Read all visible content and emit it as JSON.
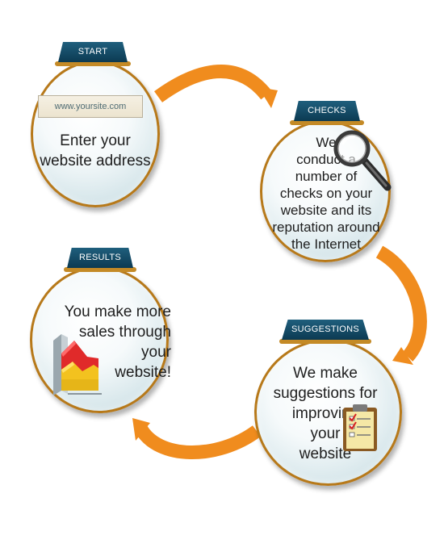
{
  "steps": {
    "start": {
      "tab": "START",
      "url_box": "www.yoursite.com",
      "text": "Enter your\nwebsite address"
    },
    "checks": {
      "tab": "CHECKS",
      "text": "We\nconduct a\nnumber of\nchecks on your\nwebsite and its\nreputation  around\nthe Internet",
      "icon": "magnifier-icon"
    },
    "suggestions": {
      "tab": "SUGGESTIONS",
      "text": "We make\nsuggestions for\nimproving\nyour\nwebsite",
      "icon": "clipboard-checklist-icon"
    },
    "results": {
      "tab": "RESULTS",
      "text": "You make more\nsales through\nyour\nwebsite!",
      "icon": "rising-chart-icon"
    }
  },
  "colors": {
    "arrow": "#f08c1e",
    "tab": "#0f4560",
    "ring": "#b7791a"
  }
}
